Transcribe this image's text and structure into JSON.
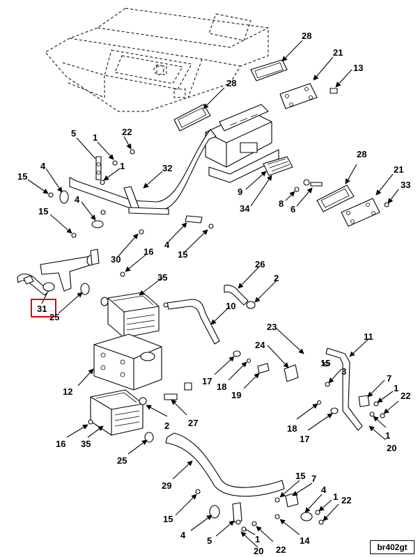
{
  "diagram": {
    "id_label": "br402gt",
    "highlighted_callout": "31",
    "callouts": [
      "28",
      "21",
      "13",
      "28",
      "5",
      "22",
      "1",
      "1",
      "4",
      "32",
      "15",
      "4",
      "15",
      "28",
      "21",
      "33",
      "9",
      "8",
      "6",
      "34",
      "30",
      "16",
      "4",
      "15",
      "35",
      "26",
      "2",
      "31",
      "25",
      "10",
      "23",
      "11",
      "24",
      "15",
      "3",
      "17",
      "18",
      "19",
      "12",
      "7",
      "1",
      "22",
      "2",
      "27",
      "18",
      "17",
      "1",
      "16",
      "35",
      "20",
      "25",
      "29",
      "15",
      "7",
      "4",
      "1",
      "22",
      "15",
      "4",
      "5",
      "1",
      "14",
      "20",
      "22"
    ]
  }
}
